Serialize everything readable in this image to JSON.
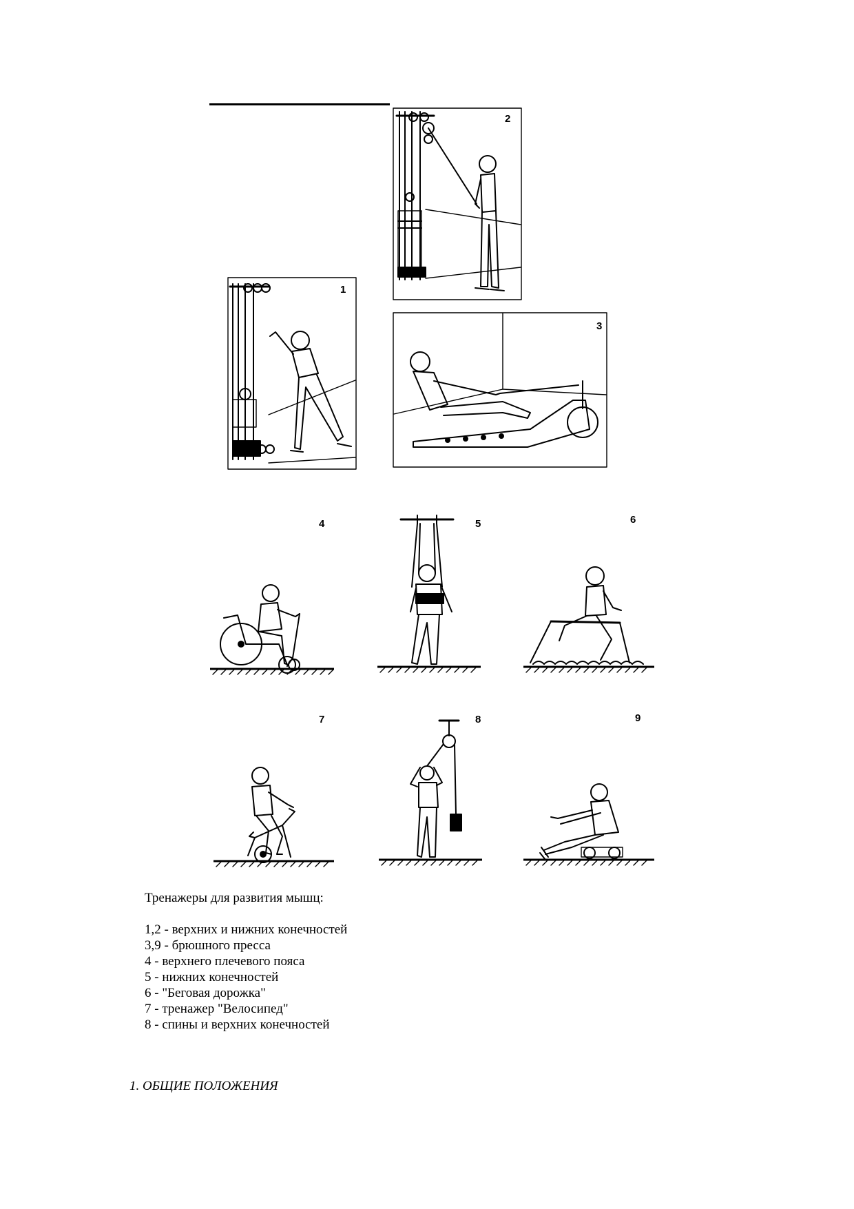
{
  "figure": {
    "panels": [
      {
        "number": "1",
        "icon": "wall-pulley-machine-illustration"
      },
      {
        "number": "2",
        "icon": "cable-pull-machine-illustration"
      },
      {
        "number": "3",
        "icon": "rowing-machine-illustration"
      },
      {
        "number": "4",
        "icon": "wheelchair-arm-ergometer-illustration"
      },
      {
        "number": "5",
        "icon": "suspension-walking-trainer-illustration"
      },
      {
        "number": "6",
        "icon": "treadmill-illustration"
      },
      {
        "number": "7",
        "icon": "exercise-bike-illustration"
      },
      {
        "number": "8",
        "icon": "overhead-pulley-weight-illustration"
      },
      {
        "number": "9",
        "icon": "floor-rowing-trainer-illustration"
      }
    ]
  },
  "caption": {
    "title": "Тренажеры для развития мышц:",
    "items": [
      "1,2 - верхних и нижних конечностей",
      "3,9 - брюшного пресса",
      "4 - верхнего плечевого пояса",
      "5 - нижних конечностей",
      "6 - \"Беговая дорожка\"",
      "7 - тренажер \"Велосипед\"",
      "8 - спины и верхних конечностей"
    ]
  },
  "section_heading": "1. ОБЩИЕ ПОЛОЖЕНИЯ"
}
